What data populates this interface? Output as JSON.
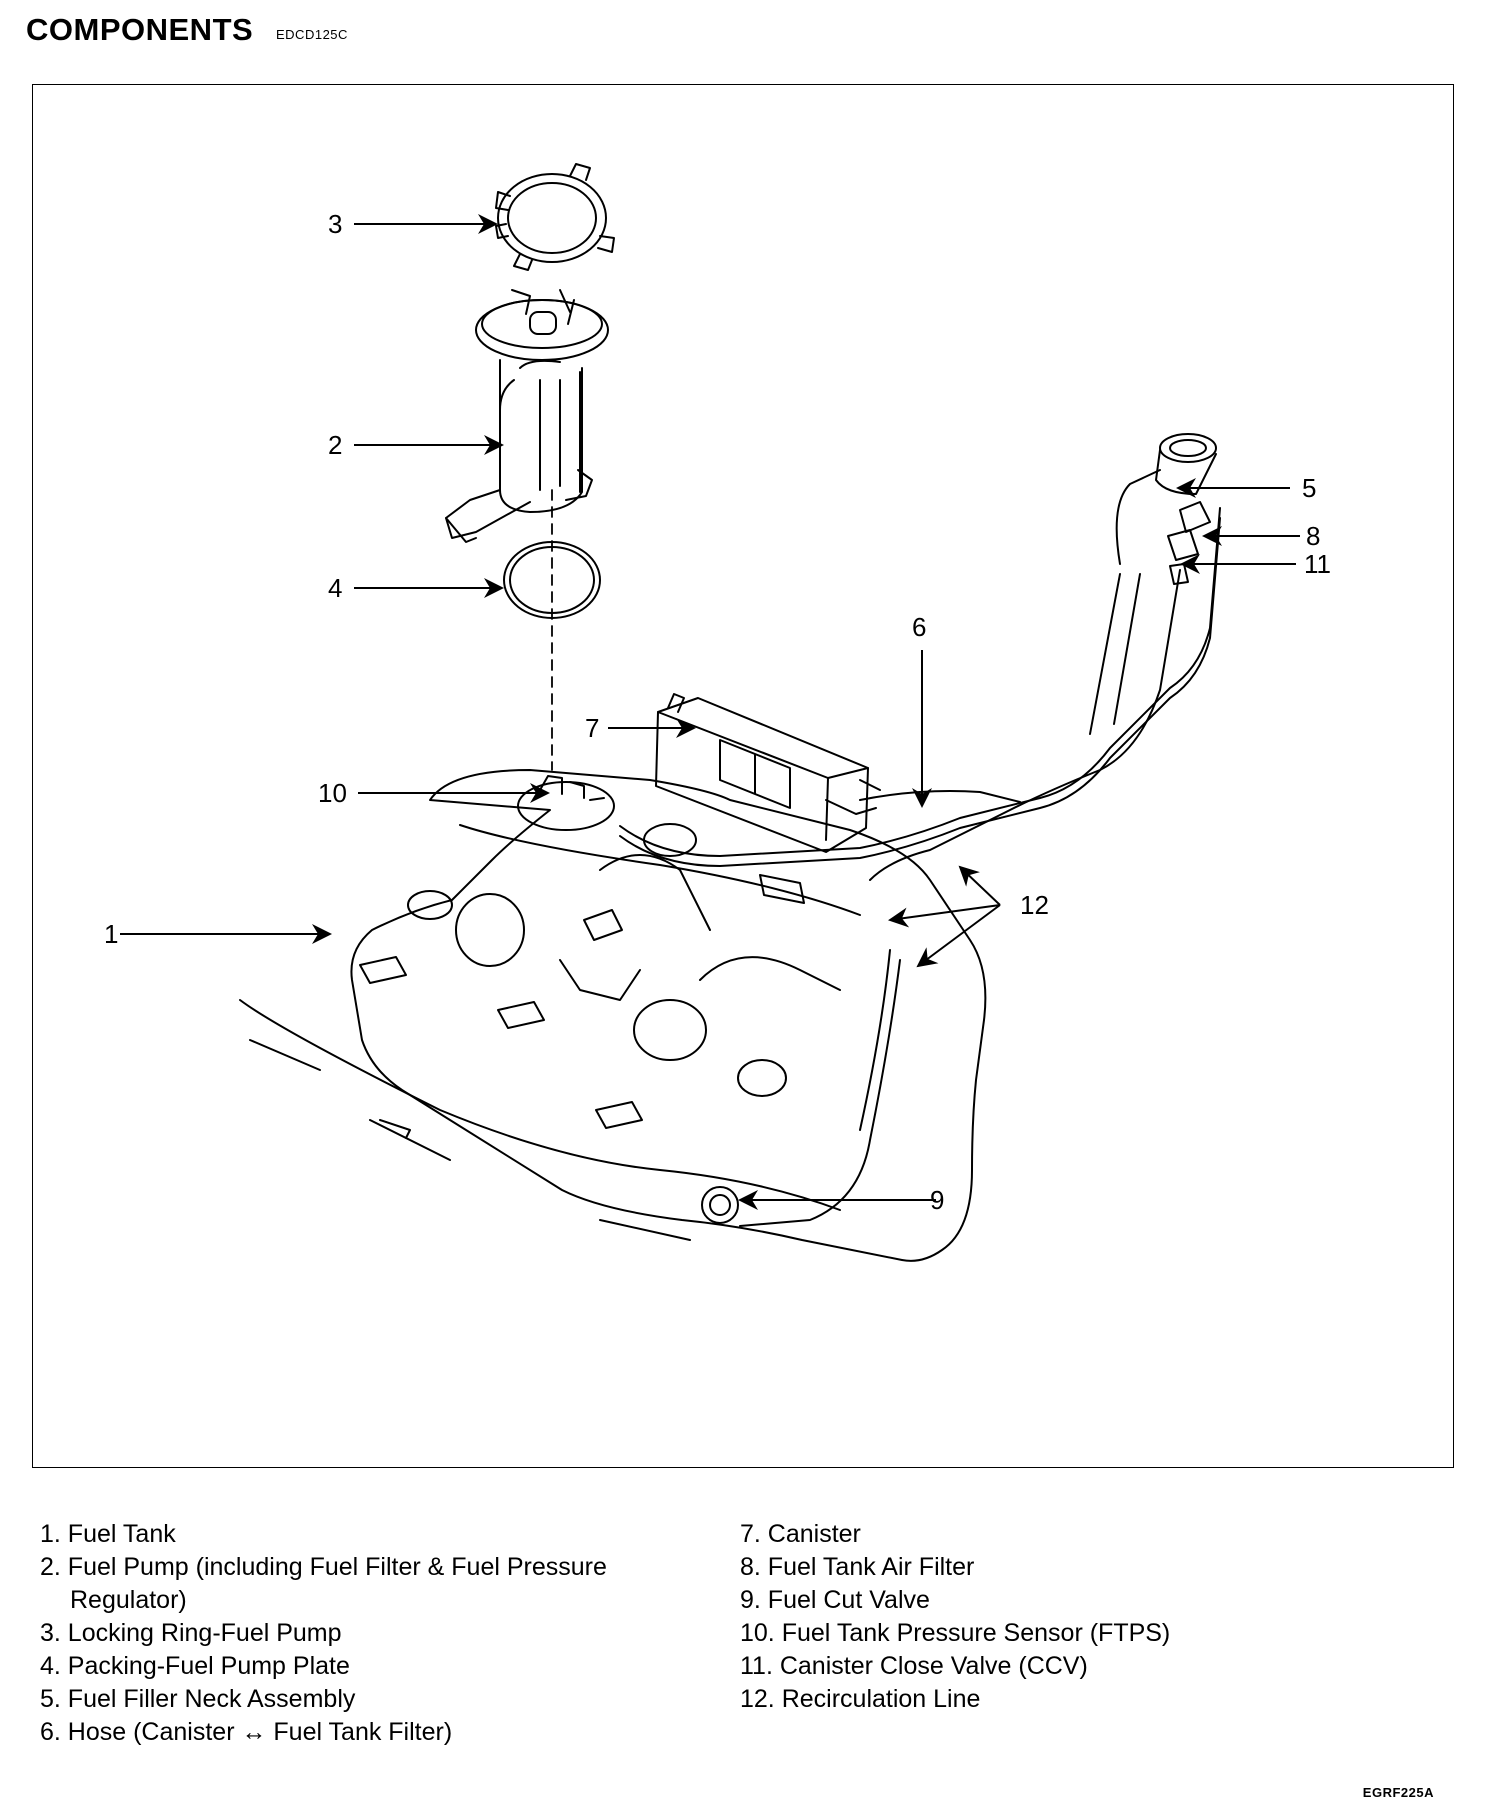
{
  "header": {
    "title": "COMPONENTS",
    "code": "EDCD125C"
  },
  "callouts": [
    "1",
    "2",
    "3",
    "4",
    "5",
    "6",
    "7",
    "8",
    "9",
    "10",
    "11",
    "12"
  ],
  "legend": {
    "left": [
      "1. Fuel Tank",
      "2. Fuel Pump (including Fuel Filter & Fuel Pressure Regulator)",
      "3. Locking Ring-Fuel Pump",
      "4. Packing-Fuel Pump Plate",
      "5. Fuel Filler Neck Assembly",
      "6. Hose (Canister ↔ Fuel Tank Filter)"
    ],
    "right": [
      "7. Canister",
      "8. Fuel Tank Air Filter",
      "9. Fuel Cut Valve",
      "10. Fuel Tank Pressure Sensor (FTPS)",
      "11. Canister Close Valve (CCV)",
      "12. Recirculation Line"
    ]
  },
  "figure_code": "EGRF225A"
}
